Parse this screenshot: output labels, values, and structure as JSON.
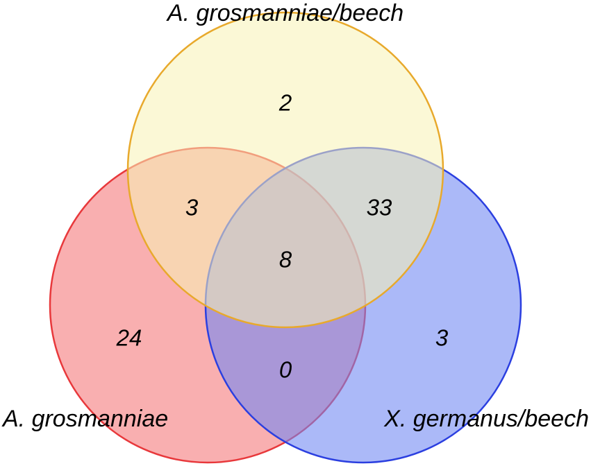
{
  "diagram": {
    "type": "venn-3",
    "sets": [
      {
        "id": "red",
        "label": "A. grosmanniae",
        "fill": "#f57a7c",
        "stroke": "#e8383b"
      },
      {
        "id": "blue",
        "label": "X. germanus/beech",
        "fill": "#6f86f3",
        "stroke": "#2b3fe0"
      },
      {
        "id": "yellow",
        "label": "A. grosmanniae/beech",
        "fill": "#f7f2b5",
        "stroke": "#e8a92c"
      }
    ],
    "regions": {
      "yellow_only": "2",
      "red_yellow": "3",
      "yellow_blue": "33",
      "all_three": "8",
      "red_only": "24",
      "red_blue": "0",
      "blue_only": "3"
    }
  }
}
